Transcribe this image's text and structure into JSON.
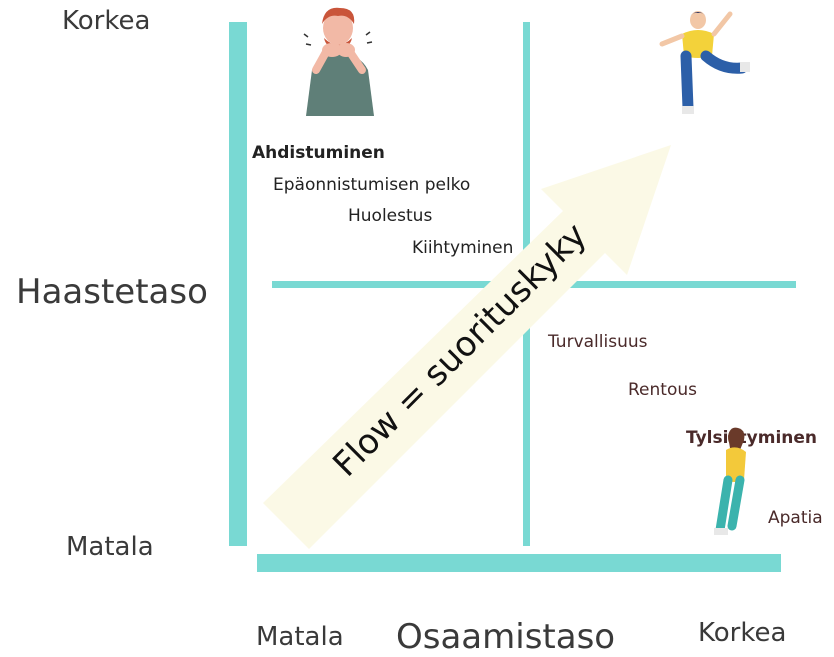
{
  "y_axis": {
    "title": "Haastetaso",
    "high": "Korkea",
    "low": "Matala"
  },
  "x_axis": {
    "title": "Osaamistaso",
    "low": "Matala",
    "high": "Korkea"
  },
  "quadrant_top_left": {
    "heading": "Ahdistuminen",
    "items": [
      "Epäonnistumisen pelko",
      "Huolestus",
      "Kiihtyminen"
    ]
  },
  "quadrant_bottom_right": {
    "items": [
      "Turvallisuus",
      "Rentous"
    ],
    "heading": "Tylsistyminen",
    "last": "Apatia"
  },
  "arrow": {
    "label": "Flow  = suorituskyky"
  },
  "colors": {
    "axis": "#79d9d3",
    "arrow": "#fbf9e6"
  }
}
